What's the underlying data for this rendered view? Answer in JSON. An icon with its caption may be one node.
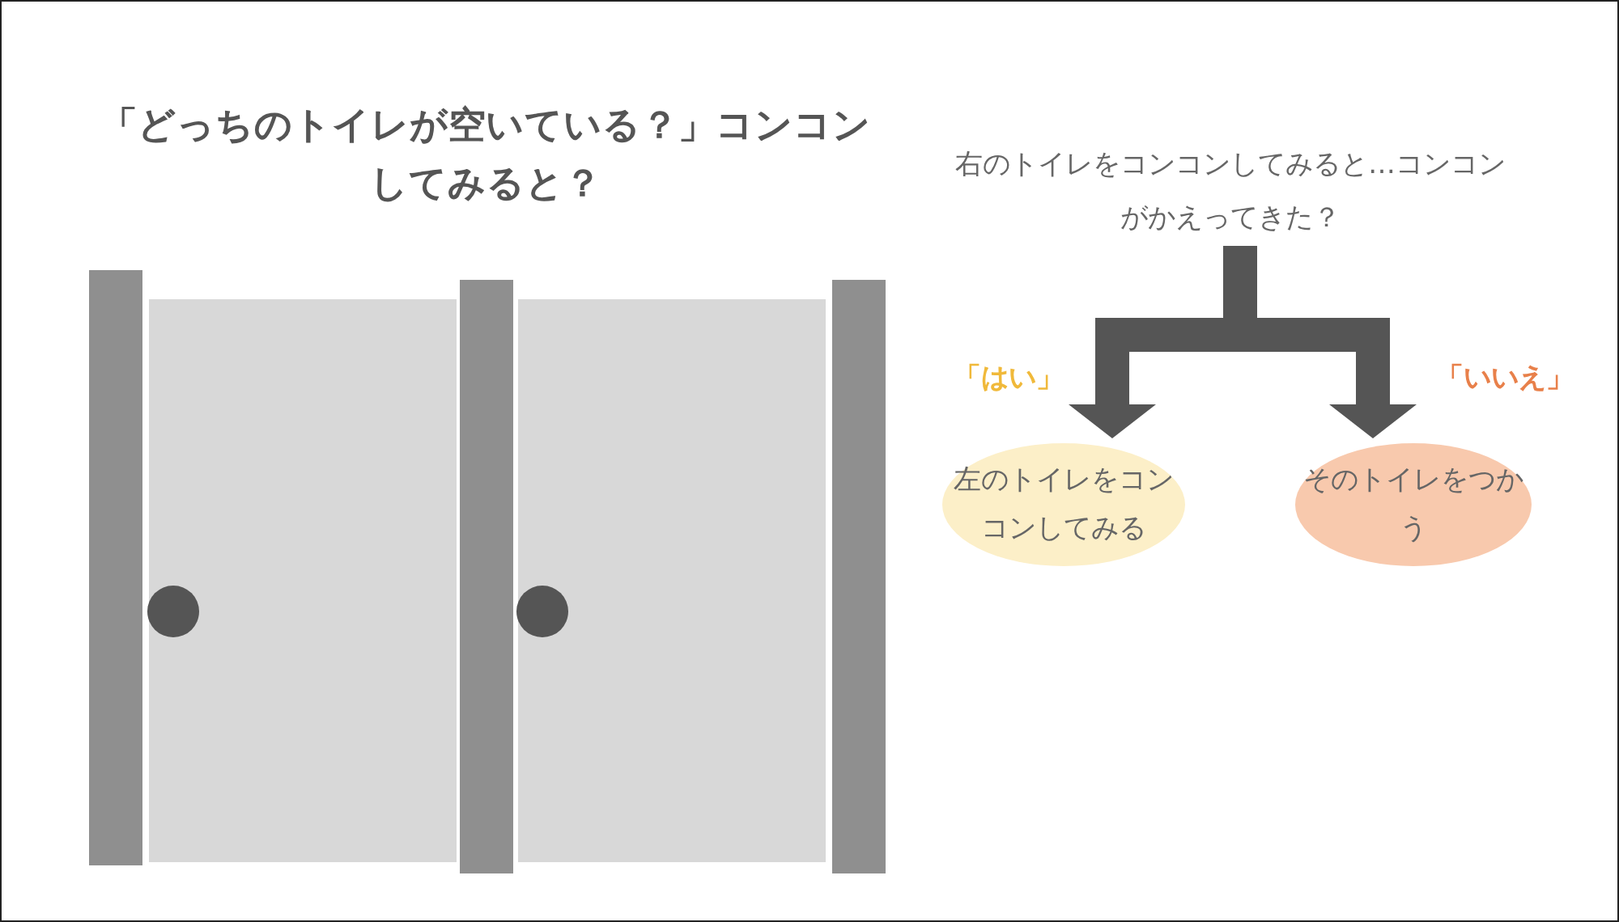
{
  "diagram": {
    "title": "「どっちのトイレが空いている？」コンコンしてみると？",
    "nodes": [
      {
        "text": [
          "右のトイレをコンコンしてみると…コンコンがかえってきた？"
        ]
      },
      {
        "text": [
          "左のトイレをコンコンしてみる"
        ]
      },
      {
        "text": [
          "そのトイレをつかう"
        ]
      }
    ],
    "edges": [
      {
        "from": 0,
        "to": 1,
        "arrow": "to",
        "label": "「はい」"
      },
      {
        "from": 0,
        "to": 2,
        "arrow": "to",
        "label": "「いいえ」"
      }
    ]
  }
}
